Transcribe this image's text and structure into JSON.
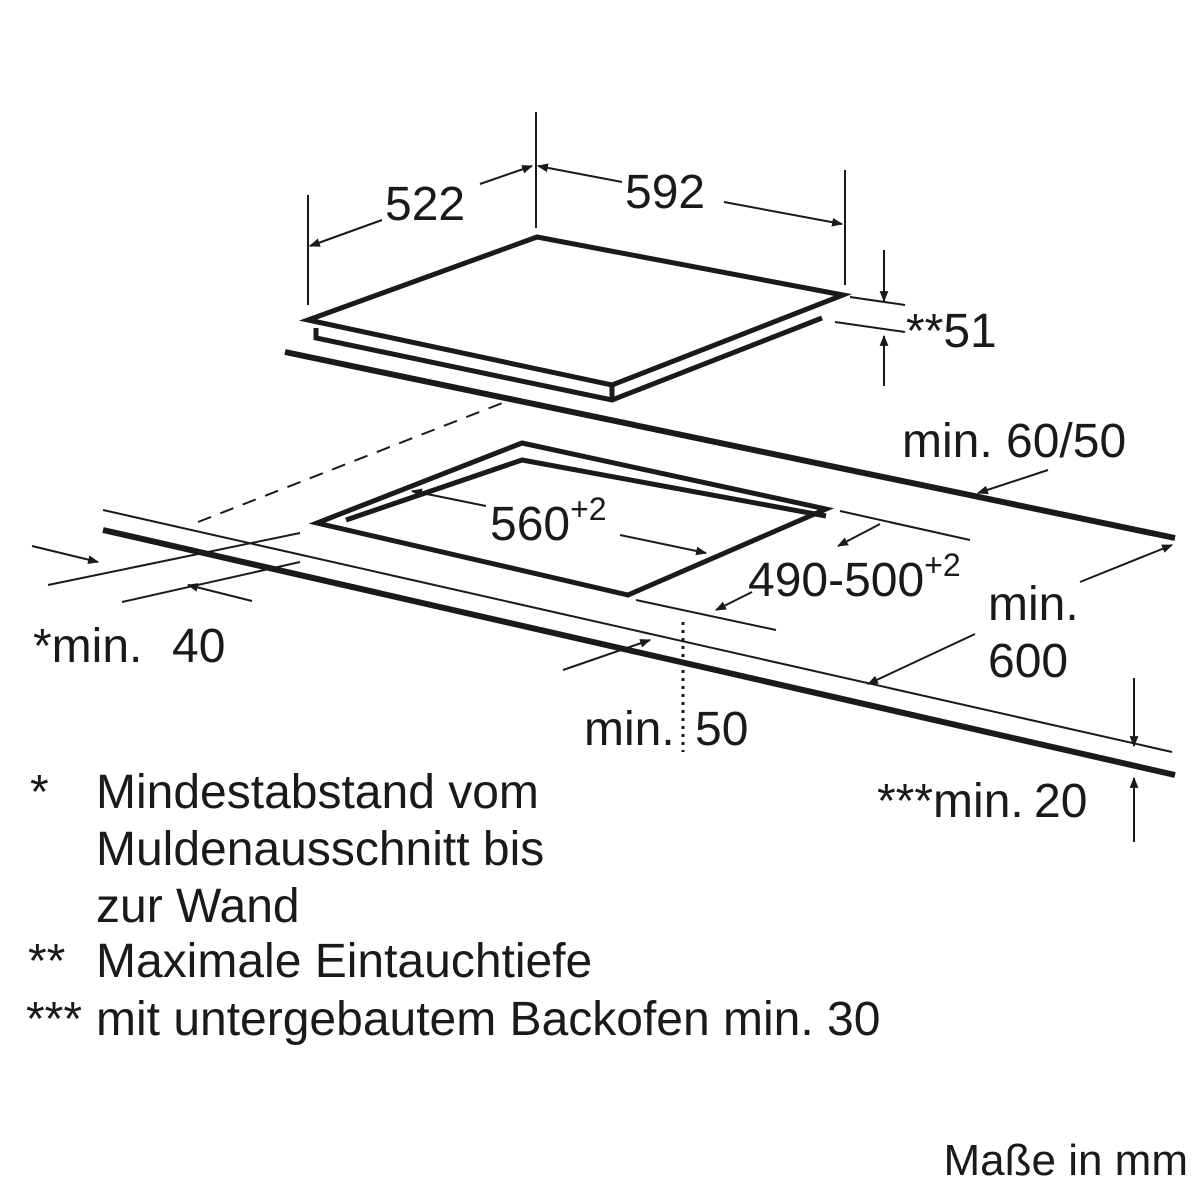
{
  "dimensions": {
    "depth": "522",
    "width": "592",
    "installation_depth": "**51",
    "cutout_width_base": "560",
    "cutout_width_tol": "+2",
    "cutout_depth_base": "490-500",
    "cutout_depth_tol": "+2",
    "min_back": "min. 60/50",
    "min_side_line1": "min.",
    "min_side_line2": "600",
    "min_front": "min.",
    "min_front_value": "50",
    "min_wall": "*min.",
    "min_wall_value": "40",
    "min_worktop": "***min.",
    "min_worktop_value": "20"
  },
  "notes": [
    {
      "mark": "*",
      "lines": [
        "Mindestabstand vom",
        "Muldenausschnitt bis",
        "zur Wand"
      ]
    },
    {
      "mark": "**",
      "lines": [
        "Maximale Eintauchtiefe"
      ]
    },
    {
      "mark": "***",
      "lines": [
        "mit untergebautem Backofen min. 30"
      ]
    }
  ],
  "units_label": "Maße in mm",
  "colors": {
    "ink": "#1a1a1a",
    "background": "#ffffff"
  }
}
